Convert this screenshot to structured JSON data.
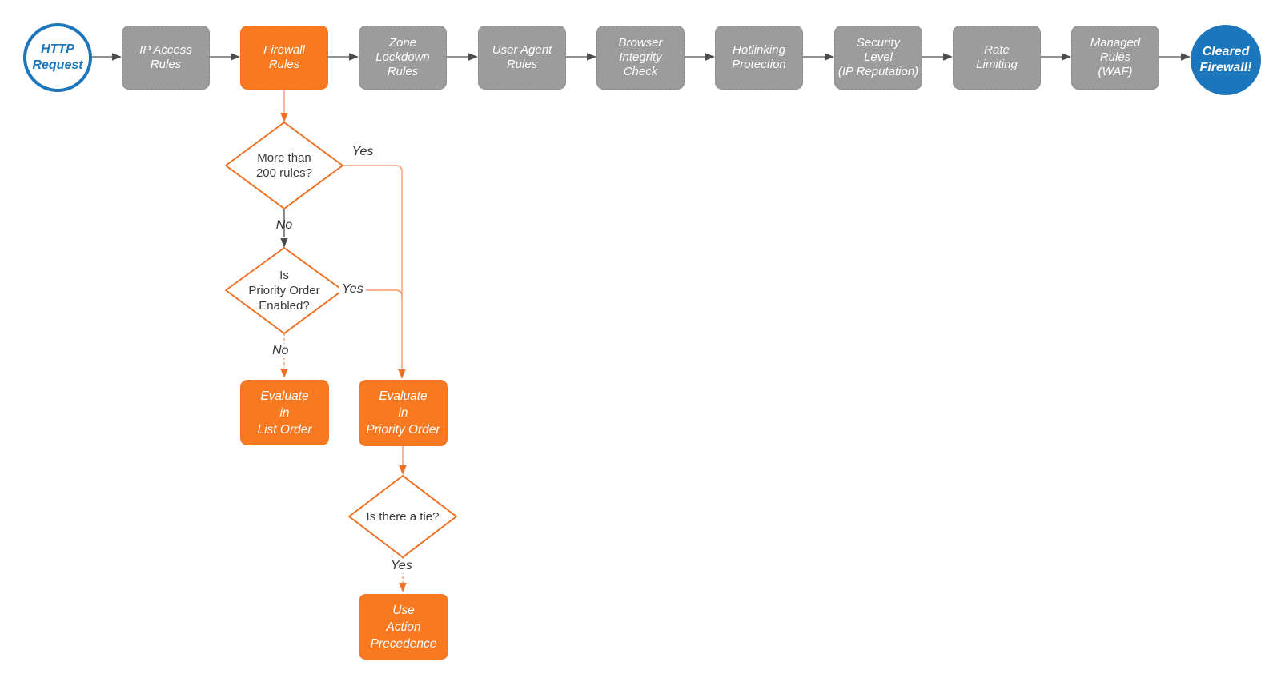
{
  "colors": {
    "blue": "#1B76BC",
    "orange": "#F8791F",
    "orange_stroke": "#EE7125",
    "orange_line": "#F49A6A",
    "gray_fill": "#9C9C9C",
    "gray_border": "#898989",
    "gray_line": "#6F6F6F",
    "gray_arrow": "#4C4C4C",
    "text_dark": "#3C3C3C"
  },
  "flow": {
    "start": {
      "label": "HTTP\nRequest",
      "shape": "circle"
    },
    "end": {
      "label": "Cleared\nFirewall!",
      "shape": "circle"
    },
    "pipeline": [
      {
        "label": "IP Access\nRules",
        "highlight": false
      },
      {
        "label": "Firewall\nRules",
        "highlight": true
      },
      {
        "label": "Zone\nLockdown\nRules",
        "highlight": false
      },
      {
        "label": "User Agent\nRules",
        "highlight": false
      },
      {
        "label": "Browser\nIntegrity\nCheck",
        "highlight": false
      },
      {
        "label": "Hotlinking\nProtection",
        "highlight": false
      },
      {
        "label": "Security\nLevel\n(IP Reputation)",
        "highlight": false
      },
      {
        "label": "Rate\nLimiting",
        "highlight": false
      },
      {
        "label": "Managed\nRules\n(WAF)",
        "highlight": false
      }
    ],
    "decisions": [
      {
        "label": "More than\n200 rules?"
      },
      {
        "label": "Is\nPriority Order\nEnabled?"
      },
      {
        "label": "Is there a tie?"
      }
    ],
    "actions": [
      {
        "label": "Evaluate\nin\nList Order"
      },
      {
        "label": "Evaluate\nin\nPriority Order"
      },
      {
        "label": "Use\nAction\nPrecedence"
      }
    ],
    "edges": [
      {
        "from": "Firewall Rules",
        "to": "More than 200 rules?",
        "label": ""
      },
      {
        "from": "More than 200 rules?",
        "to": "Evaluate in Priority Order",
        "label": "Yes"
      },
      {
        "from": "More than 200 rules?",
        "to": "Is Priority Order Enabled?",
        "label": "No"
      },
      {
        "from": "Is Priority Order Enabled?",
        "to": "Evaluate in Priority Order",
        "label": "Yes"
      },
      {
        "from": "Is Priority Order Enabled?",
        "to": "Evaluate in List Order",
        "label": "No"
      },
      {
        "from": "Evaluate in Priority Order",
        "to": "Is there a tie?",
        "label": ""
      },
      {
        "from": "Is there a tie?",
        "to": "Use Action Precedence",
        "label": "Yes"
      }
    ]
  }
}
